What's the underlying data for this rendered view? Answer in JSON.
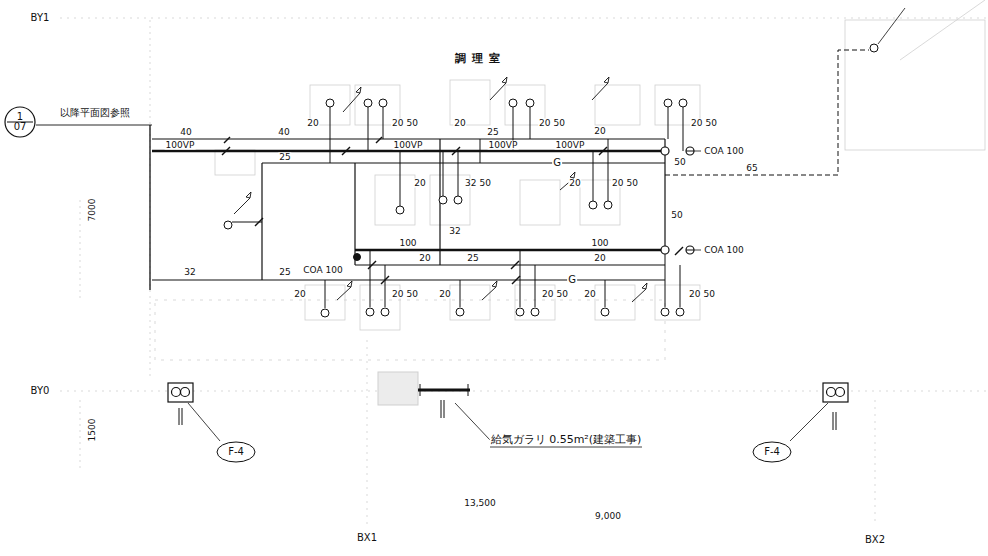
{
  "diagram": {
    "nodes": [
      {
        "text": [
          "1",
          "07"
        ]
      },
      {
        "text": [
          "F-4"
        ]
      },
      {
        "text": [
          "F-4"
        ]
      }
    ],
    "labels": [
      "BY1",
      "調理室",
      "以降平面図参照",
      "40",
      "40",
      "100VP",
      "25",
      "20",
      "20 50",
      "25",
      "100VP",
      "100VP",
      "20",
      "20 50",
      "20",
      "100VP",
      "20 50",
      "COA 100",
      "50",
      "65",
      "G",
      "20",
      "32 50",
      "20",
      "20 50",
      "50",
      "32",
      "7000",
      "100",
      "100",
      "COA 100",
      "20",
      "25",
      "20",
      "32",
      "25",
      "COA 100",
      "G",
      "20",
      "20 50",
      "20",
      "20 50",
      "20",
      "20 50",
      "BY0",
      "1500",
      "給気ガラリ 0.55m²(建築工事)",
      "13,500",
      "9,000",
      "BX1",
      "BX2"
    ]
  }
}
